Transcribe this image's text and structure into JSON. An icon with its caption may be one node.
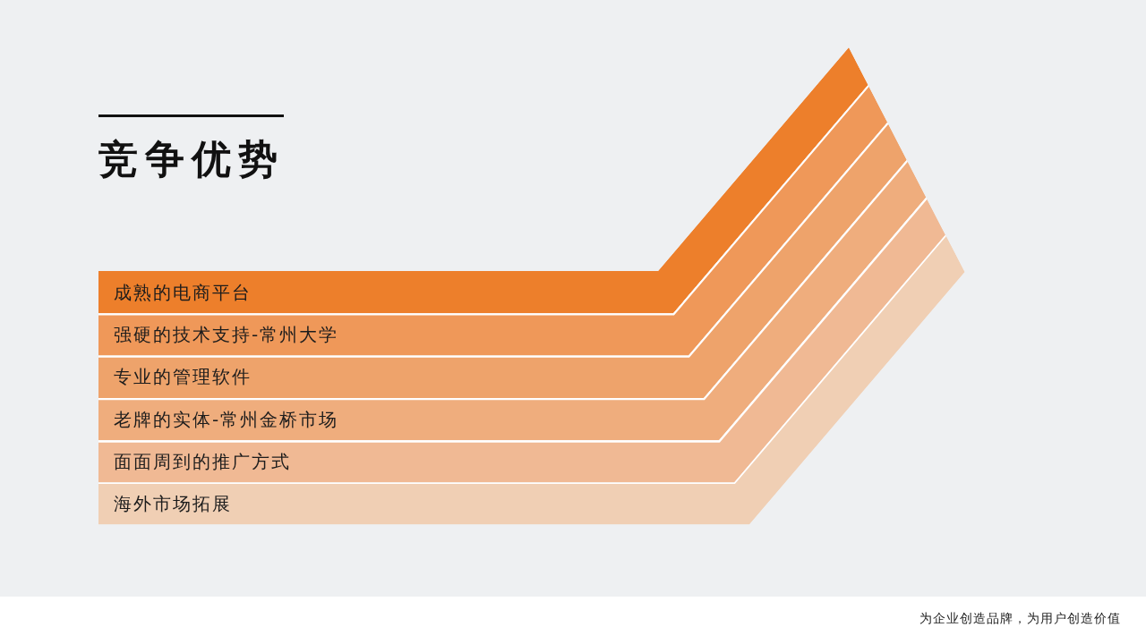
{
  "diagram": {
    "title": "竞争优势",
    "nodes": [
      {
        "text": [
          "成熟的电商平台"
        ]
      },
      {
        "text": [
          "强硬的技术支持-常州大学"
        ]
      },
      {
        "text": [
          "专业的管理软件"
        ]
      },
      {
        "text": [
          "老牌的实体-常州金桥市场"
        ]
      },
      {
        "text": [
          "面面周到的推广方式"
        ]
      },
      {
        "text": [
          "海外市场拓展"
        ]
      }
    ],
    "labels": [
      "为企业创造品牌，为用户创造价值"
    ]
  }
}
